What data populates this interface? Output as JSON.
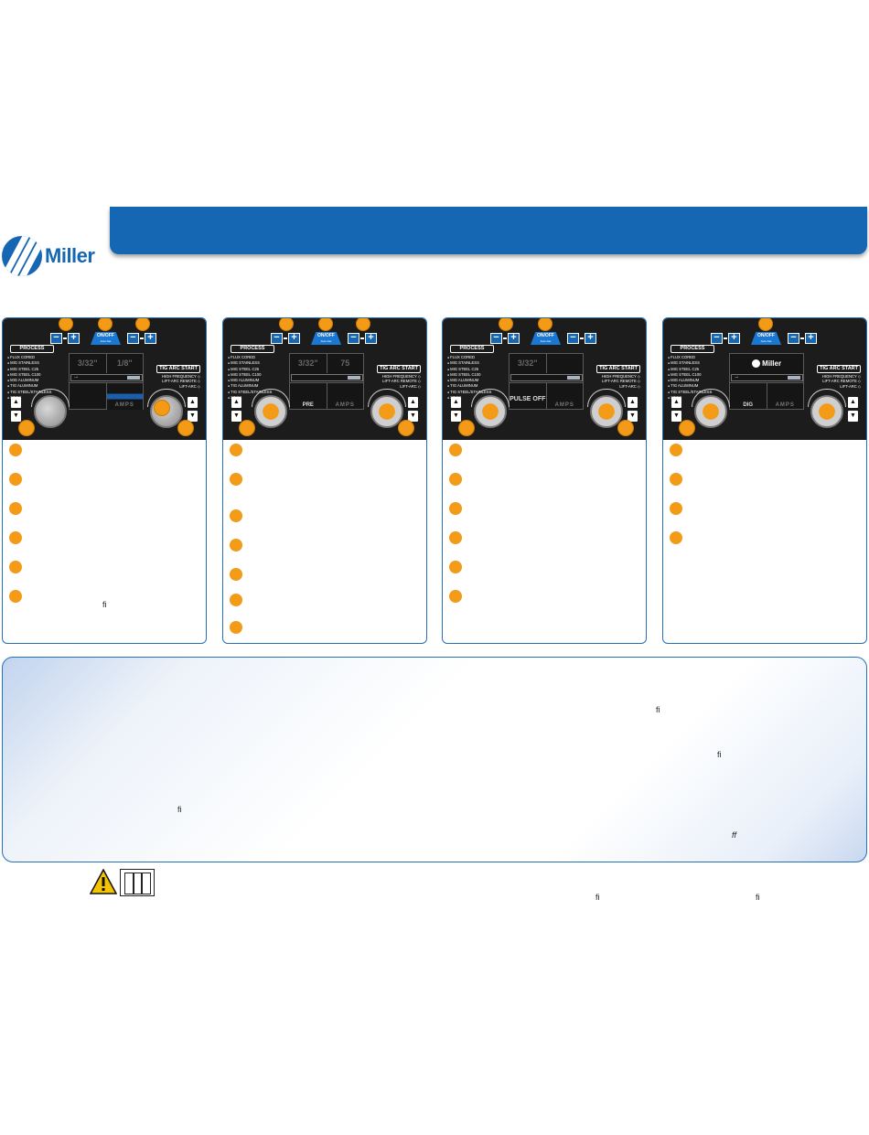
{
  "brand": {
    "name": "Miller",
    "color": "#1566b3",
    "accent": "#f39a16"
  },
  "control_panel": {
    "process_title": "PROCESS",
    "processes": [
      "FLUX CORED",
      "MIG STAINLESS",
      "MIG STEEL C25",
      "MIG STEEL C100",
      "MIG ALUMINUM",
      "TIG ALUMINUM",
      "TIG STEEL/STAINLESS",
      "STICK"
    ],
    "tig_title": "TIG ARC START",
    "tig_options": [
      "HIGH FREQUENCY",
      "LIFT-ARC REMOTE",
      "LIFT-ARC"
    ],
    "onoff_label": "ON/OFF",
    "onoff_sub": "Auto-Set",
    "amps": "AMPS"
  },
  "panels": [
    {
      "cell1": "3/32\"",
      "cell2": "1/8\"",
      "label": ""
    },
    {
      "cell1": "3/32\"",
      "cell2": "75",
      "label": "PRE"
    },
    {
      "cell1": "3/32\"",
      "cell2": "",
      "label": "PULSE OFF"
    },
    {
      "cell1": "",
      "cell2": "",
      "label": "DIG"
    }
  ],
  "ligature_marks": [
    "fi",
    "fi",
    "fi",
    "fi",
    "ff",
    "fi",
    "fi"
  ]
}
